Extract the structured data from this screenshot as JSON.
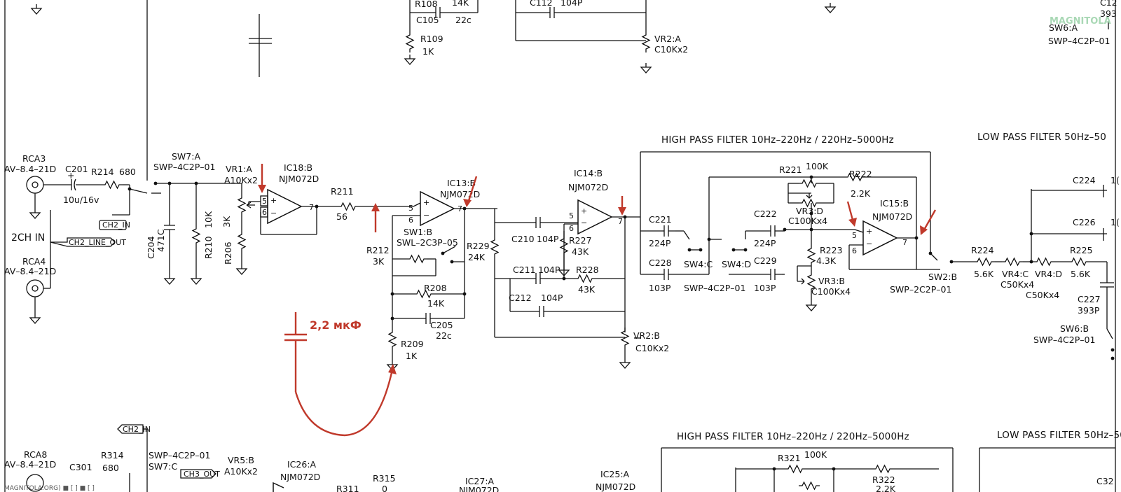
{
  "titles": {
    "hpf_top": "HIGH PASS FILTER 10Hz–220Hz / 220Hz–5000Hz",
    "lpf_top": "LOW PASS FILTER 50Hz–50",
    "hpf_bottom": "HIGH PASS FILTER 10Hz–220Hz / 220Hz–5000Hz",
    "lpf_bottom": "LOW PASS FILTER 50Hz–50"
  },
  "inputs": {
    "rca3": "RCA3",
    "rca3_part": "AV–8.4–21D",
    "rca4": "RCA4",
    "rca4_part": "AV–8.4–21D",
    "rca8": "RCA8",
    "rca8_part": "AV–8.4–21D",
    "ch_in": "2CH IN"
  },
  "ports": {
    "ch2_in": "CH2_IN",
    "ch2_line_out": "CH2_LINE_OUT",
    "ch2_in_b": "CH2_IN",
    "ch3_out": "CH3_OUT"
  },
  "annotation": {
    "cap_note": "2,2 мкФ"
  },
  "components": {
    "c201": "C201",
    "c201_v": "10u/16v",
    "r214": "R214",
    "r214_v": "680",
    "sw7a": "SW7:A",
    "sw7a_p": "SWP–4C2P–01",
    "vr1a": "VR1:A",
    "vr1a_v": "A10Kx2",
    "ic18b": "IC18:B",
    "ic18b_p": "NJM072D",
    "c204": "C204",
    "c204_v": "471C",
    "r210": "R210",
    "r210_v": "10K",
    "r206": "R206",
    "r206_v": "3K",
    "r211": "R211",
    "r211_v": "56",
    "ic13b": "IC13:B",
    "ic13b_p": "NJM072D",
    "sw1b": "SW1:B",
    "sw1b_p": "SWL–2C3P–05",
    "r212": "R212",
    "r212_v": "3K",
    "r208": "R208",
    "r208_v": "14K",
    "c205": "C205",
    "c205_v": "22c",
    "r209": "R209",
    "r209_v": "1K",
    "r229": "R229",
    "r229_v": "24K",
    "c210": "C210",
    "c210_v": "104P",
    "r227": "R227",
    "r227_v": "43K",
    "c211": "C211",
    "c211_v": "104P",
    "r228": "R228",
    "r228_v": "43K",
    "c212": "C212",
    "c212_v": "104P",
    "ic14b": "IC14:B",
    "ic14b_p": "NJM072D",
    "vr2b": "VR2:B",
    "vr2b_v": "C10Kx2",
    "c221": "C221",
    "c221_v": "224P",
    "c228": "C228",
    "c228_v": "103P",
    "sw4c": "SW4:C",
    "sw4d": "SW4:D",
    "sw4_p": "SWP–4C2P–01",
    "c222": "C222",
    "c222_v": "224P",
    "c229": "C229",
    "c229_v": "103P",
    "r221": "R221",
    "r221_v": "100K",
    "r222": "R222",
    "r222_v": "2.2K",
    "vr3d": "VR3:D",
    "vr3d_v": "C100Kx4",
    "r223": "R223",
    "r223_v": "4.3K",
    "vr3b": "VR3:B",
    "vr3b_v": "C100Kx4",
    "ic15b": "IC15:B",
    "ic15b_p": "NJM072D",
    "sw2b": "SW2:B",
    "sw2b_p": "SWP–2C2P–01",
    "r224": "R224",
    "r224_v": "5.6K",
    "vr4c": "VR4:C",
    "vr4c_v": "C50Kx4",
    "vr4d": "VR4:D",
    "vr4d_v": "C50Kx4",
    "r225": "R225",
    "r225_v": "5.6K",
    "c224": "C224",
    "c224_v": "1(",
    "c226": "C226",
    "c226_v": "1(",
    "c227": "C227",
    "c227_v": "393P",
    "sw6b": "SW6:B",
    "sw6b_p": "SWP–4C2P–01",
    "c105": "C105",
    "c105_v": "22c",
    "r108": "R108",
    "r108_v": "14K",
    "r109": "R109",
    "r109_v": "1K",
    "c112": "C112",
    "c112_v": "104P",
    "vr2a": "VR2:A",
    "vr2a_v": "C10Kx2",
    "sw6a": "SW6:A",
    "sw6a_p": "SWP–4C2P–01",
    "c12x": "C12",
    "c12x_v": "393",
    "c301": "C301",
    "r314": "R314",
    "r314_v": "680",
    "sw7c": "SW7:C",
    "sw7c_p": "SWP–4C2P–01",
    "vr5b": "VR5:B",
    "vr5b_v": "A10Kx2",
    "ic26a": "IC26:A",
    "ic26a_p": "NJM072D",
    "r315": "R315",
    "r315_v": "0",
    "r311": "R311",
    "ic27a": "IC27:A",
    "ic27a_p": "NJM072D",
    "ic25a": "IC25:A",
    "ic25a_p": "NJM072D",
    "r321": "R321",
    "r321_v": "100K",
    "r322": "R322",
    "r322_v": "2.2K",
    "c324": "C32"
  },
  "pins": {
    "p5": "5",
    "p6": "6",
    "p7": "7",
    "plus": "+",
    "minus": "−"
  },
  "watermark": {
    "logo": "MAGNITOLA",
    "footer": "MAGNITOLA.ORG) ■ [ ] ■ [ ]"
  }
}
